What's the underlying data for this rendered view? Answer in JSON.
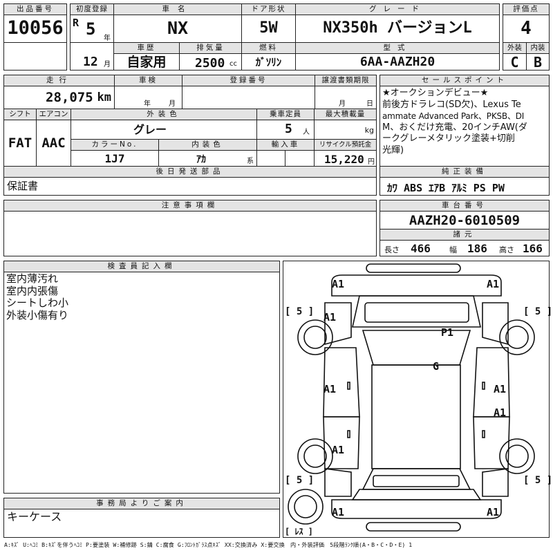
{
  "header": {
    "lot_no_label": "出品番号",
    "lot_no": "10056",
    "first_reg_label": "初度登録",
    "era": "R",
    "year": "5",
    "year_unit": "年",
    "month": "12",
    "month_unit": "月",
    "car_name_label": "車名",
    "car_name": "NX",
    "door_label": "ドア形状",
    "door": "5W",
    "grade_label": "グレード",
    "grade": "NX350h バージョンL",
    "rating_label": "評価点",
    "rating": "4",
    "history_label": "車歴",
    "history": "自家用",
    "displacement_label": "排気量",
    "displacement": "2500",
    "displacement_unit": "cc",
    "fuel_label": "燃料",
    "fuel": "ｶﾞｿﾘﾝ",
    "model_label": "型式",
    "model": "6AA-AAZH20",
    "ext_grade_label": "外装",
    "ext_grade": "C",
    "int_grade_label": "内装",
    "int_grade": "B"
  },
  "row2": {
    "mileage_label": "走行",
    "mileage": "28,075",
    "mileage_unit": "km",
    "inspection_label": "車検",
    "insp_year_unit": "年",
    "insp_month_unit": "月",
    "reg_no_label": "登録番号",
    "transfer_label": "譲渡書類期限",
    "transfer_month_unit": "月",
    "transfer_day_unit": "日",
    "shift_label": "シフト",
    "shift": "FAT",
    "ac_label": "エアコン",
    "ac": "AAC",
    "color_label": "外装色",
    "color": "グレー",
    "capacity_label": "乗車定員",
    "capacity": "5",
    "capacity_unit": "人",
    "max_load_label": "最大積載量",
    "max_load_unit": "kg",
    "color_no_label": "カラーNo.",
    "color_no": "1J7",
    "int_color_label": "内装色",
    "int_color": "ｱｶ",
    "int_color_unit": "系",
    "import_label": "輸入車",
    "recycle_label": "リサイクル預託金",
    "recycle": "15,220",
    "recycle_unit": "円"
  },
  "sales_point": {
    "label": "セールスポイント",
    "lines": [
      "★オークションデビュー★",
      "前後方ドラレコ(SD欠)、Lexus Te",
      "ammate Advanced Park、PKSB、DI",
      "M、おくだけ充電、20インチAW(ダ",
      "ークグレーメタリック塗装+切削",
      "光輝)"
    ]
  },
  "later_parts": {
    "label": "後日発送部品",
    "text": "保証書"
  },
  "equipment": {
    "label": "純正装備",
    "text": "ｶﾜ ABS ｴｱB ｱﾙﾐ PS PW"
  },
  "notes": {
    "label": "注意事項欄"
  },
  "chassis": {
    "label": "車台番号",
    "value": "AAZH20-6010509"
  },
  "dims": {
    "label": "諸元",
    "length_label": "長さ",
    "length": "466",
    "width_label": "幅",
    "width": "186",
    "height_label": "高さ",
    "height": "166"
  },
  "inspector": {
    "label": "検査員記入欄",
    "lines": [
      "室内薄汚れ",
      "室内内張傷",
      "シートしわ小",
      "外装小傷有り"
    ]
  },
  "office": {
    "label": "事務局よりご案内",
    "text": "キーケース"
  },
  "diagram": {
    "marks": [
      "A1",
      "A1",
      "A1",
      "P1",
      "G",
      "A1",
      "A1",
      "A1",
      "A1",
      "A1",
      "A1"
    ],
    "tires": [
      "[ 5 ]",
      "[ 5 ]",
      "[ 5 ]",
      "[ 5 ]"
    ],
    "spare": "[ ﾚｽ ]"
  },
  "legend": "A:ｷｽﾞ U:ﾍｺﾐ B:ｷｽﾞを伴うﾍｺﾐ P:要塗装 W:補修跡 S:錆 C:腐食 G:ﾌﾛﾝﾄｶﾞﾗｽ点ｷｽﾞ XX:交換済み X:要交換　内・外装評価　5段階ﾗﾝｸ順(A・B・C・D・E) 1"
}
